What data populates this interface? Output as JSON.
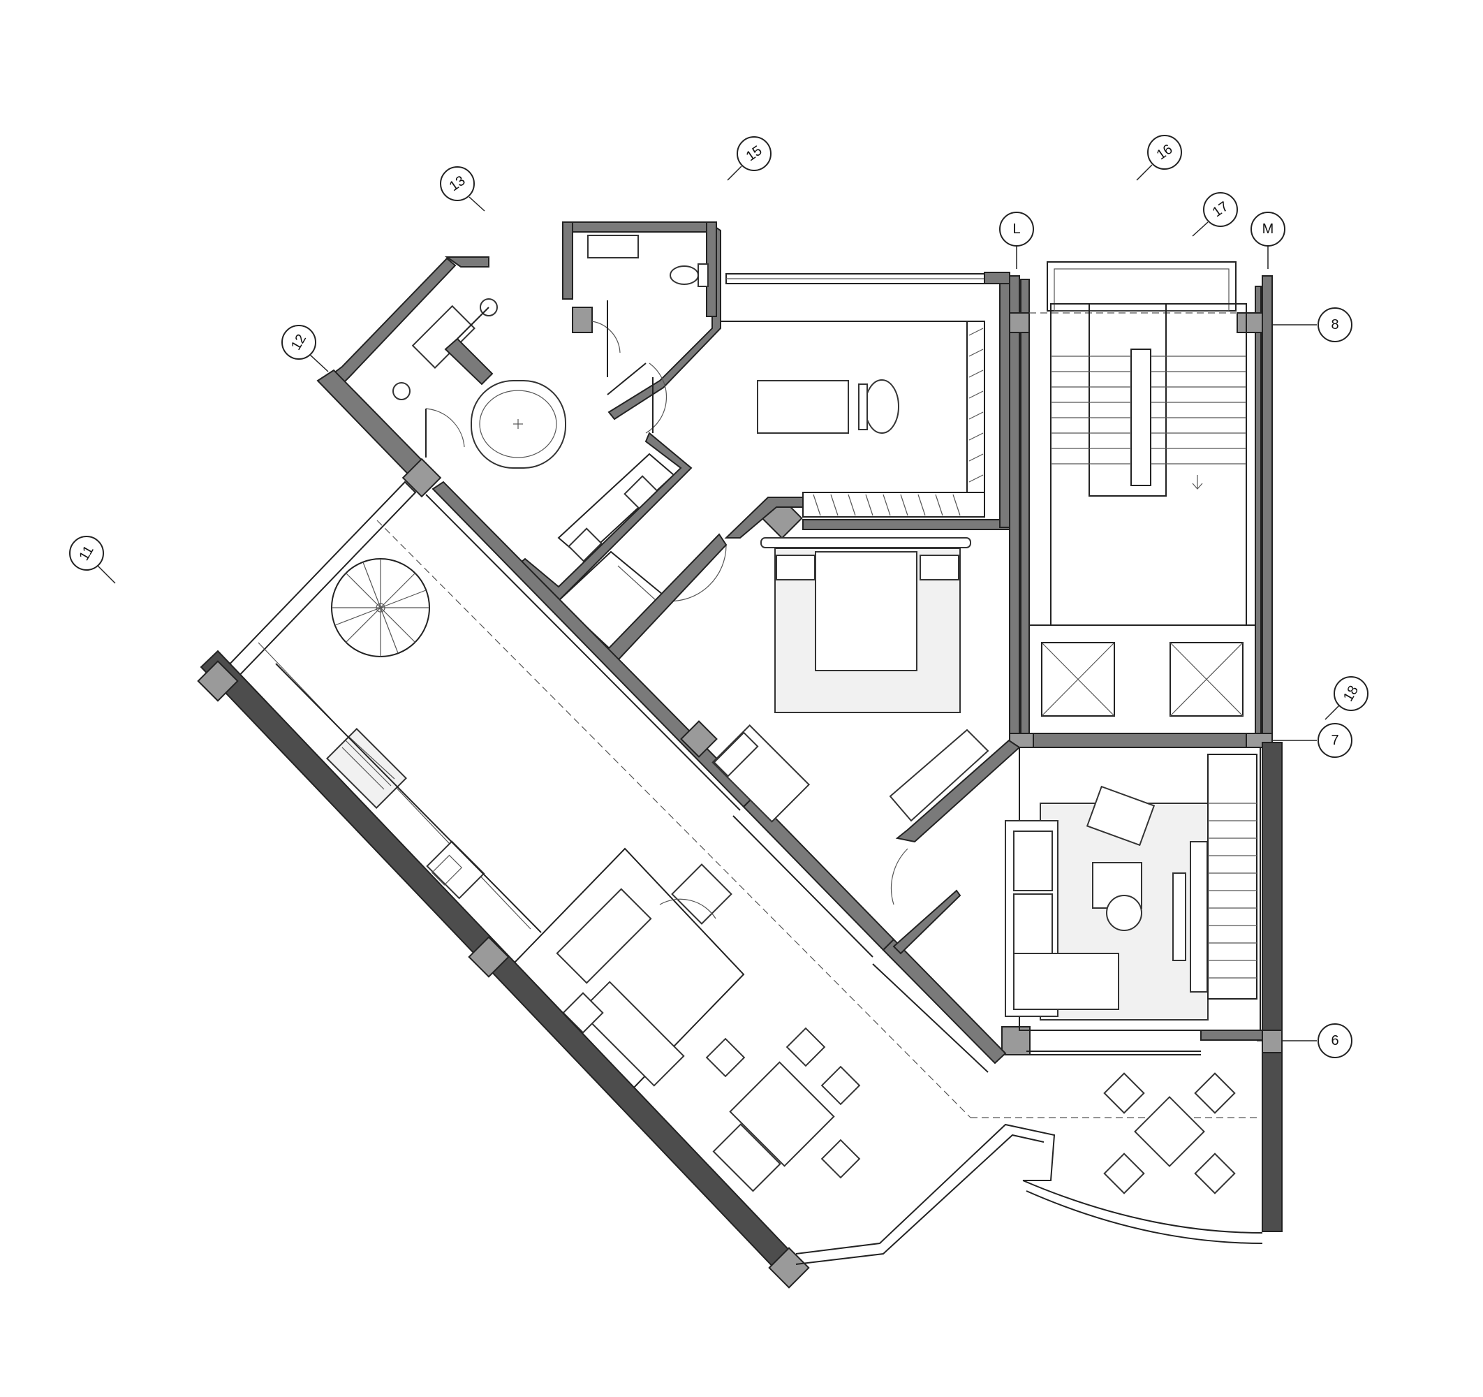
{
  "grid_markers": [
    {
      "id": "marker-11",
      "label": "11",
      "rotate": -60
    },
    {
      "id": "marker-12",
      "label": "12",
      "rotate": -60
    },
    {
      "id": "marker-13",
      "label": "13",
      "rotate": -35
    },
    {
      "id": "marker-15",
      "label": "15",
      "rotate": -35
    },
    {
      "id": "marker-16",
      "label": "16",
      "rotate": -35
    },
    {
      "id": "marker-17",
      "label": "17",
      "rotate": -35
    },
    {
      "id": "marker-L",
      "label": "L",
      "rotate": 0
    },
    {
      "id": "marker-M",
      "label": "M",
      "rotate": 0
    },
    {
      "id": "marker-8",
      "label": "8",
      "rotate": 0
    },
    {
      "id": "marker-18",
      "label": "18",
      "rotate": -60
    },
    {
      "id": "marker-7",
      "label": "7",
      "rotate": 0
    },
    {
      "id": "marker-6",
      "label": "6",
      "rotate": 0
    }
  ],
  "colors": {
    "wall": "#7a7a7a",
    "wall_dark": "#4d4d4d",
    "line": "#222222",
    "background": "#ffffff"
  }
}
